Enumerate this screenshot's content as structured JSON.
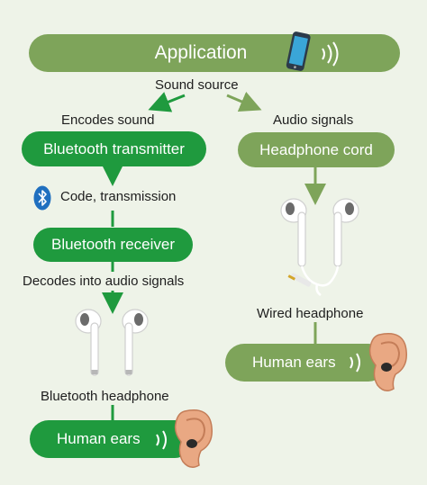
{
  "title": "Application",
  "sound_source": "Sound source",
  "left": {
    "encodes": "Encodes sound",
    "transmitter": "Bluetooth transmitter",
    "code_transmission": "Code, transmission",
    "receiver": "Bluetooth receiver",
    "decodes": "Decodes into audio signals",
    "headphone": "Bluetooth headphone",
    "ears": "Human ears"
  },
  "right": {
    "audio_signals": "Audio signals",
    "cord": "Headphone cord",
    "wired": "Wired headphone",
    "ears": "Human ears"
  },
  "colors": {
    "background": "#eef3e8",
    "dark_green": "#1f9a3e",
    "olive_green": "#7ea45a",
    "bluetooth_blue": "#1f6fbf"
  },
  "icons": [
    "phone-icon",
    "sound-waves-icon",
    "bluetooth-icon",
    "earbuds-icon",
    "wired-earbuds-icon",
    "ear-icon"
  ]
}
